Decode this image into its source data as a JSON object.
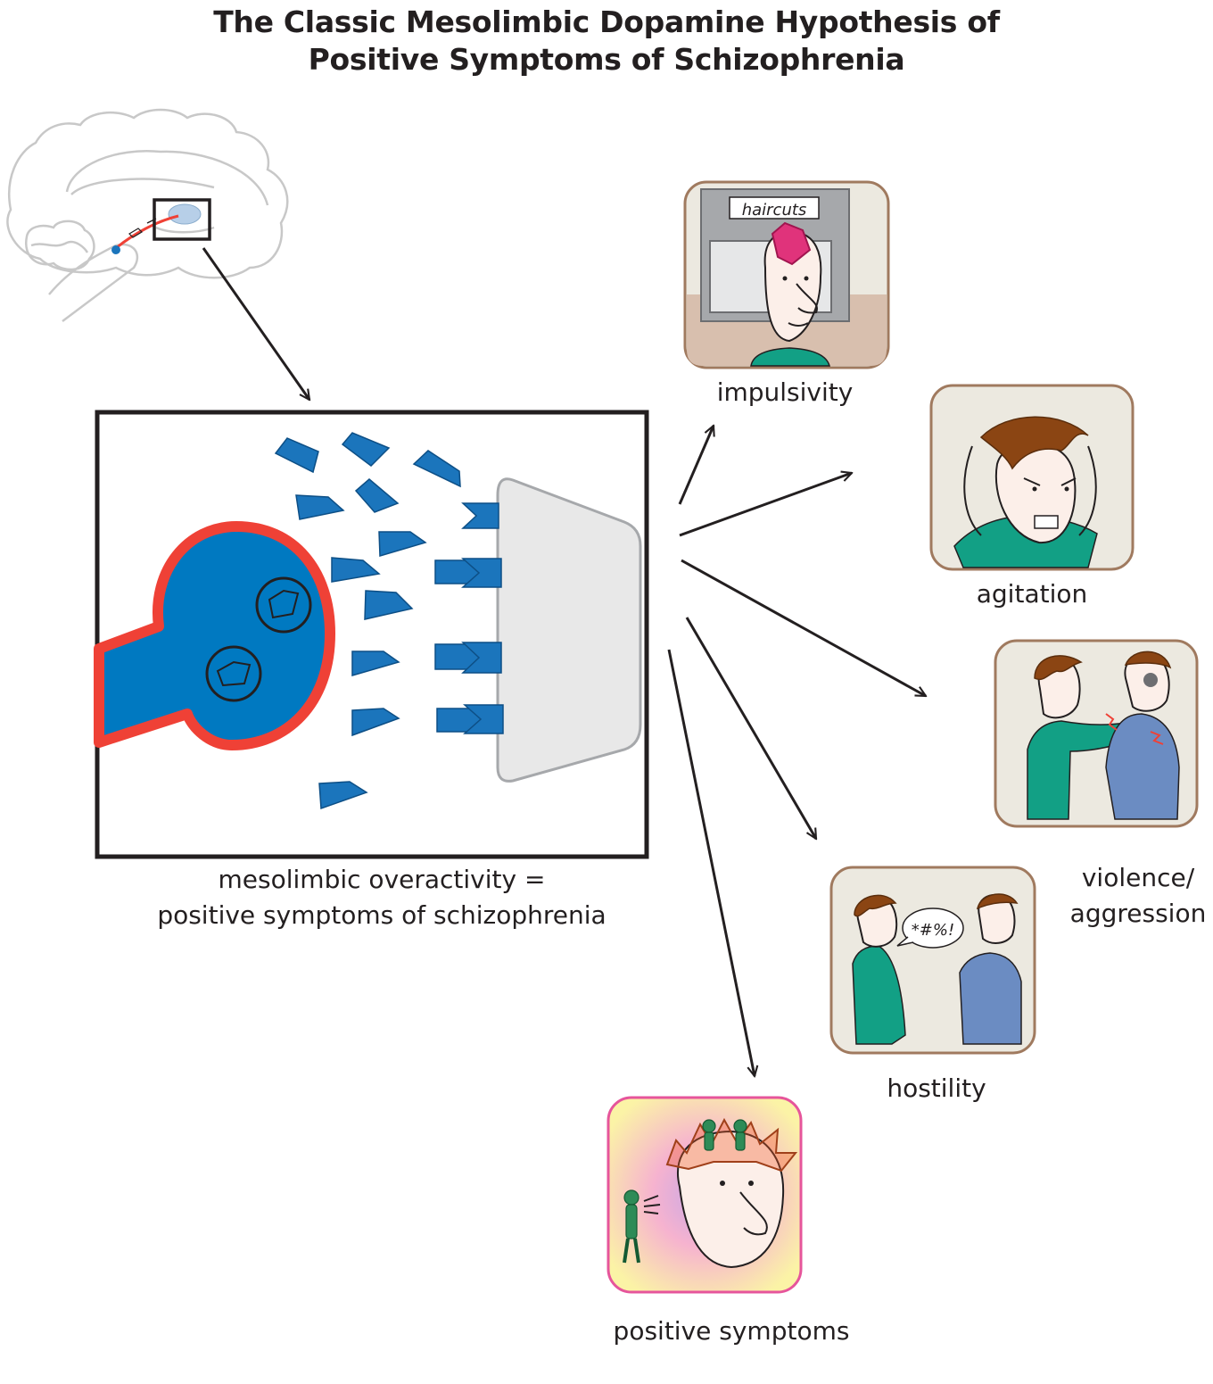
{
  "title": {
    "line1": "The Classic Mesolimbic Dopamine Hypothesis of",
    "line2": "Positive Symptoms of Schizophrenia"
  },
  "synapse_caption": {
    "line1": "mesolimbic overactivity =",
    "line2": "positive symptoms of schizophrenia"
  },
  "symptoms": [
    {
      "label": "impulsivity",
      "sign_text": "haircuts"
    },
    {
      "label": "agitation"
    },
    {
      "label": "violence/",
      "label2": "aggression"
    },
    {
      "label": "hostility",
      "speech_text": "*#%!"
    },
    {
      "label": "positive symptoms"
    }
  ],
  "colors": {
    "neuron_blue": "#0079c1",
    "neuron_outline": "#ef4136",
    "dopamine_blue": "#1b75bc",
    "receptor_gray": "#e8e8e8",
    "panel_border": "#a07a5f"
  }
}
